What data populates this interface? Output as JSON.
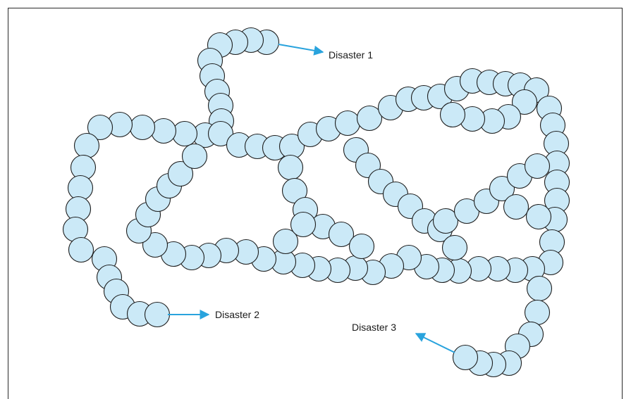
{
  "labels": {
    "disaster1": "Disaster 1",
    "disaster2": "Disaster 2",
    "disaster3": "Disaster 3"
  },
  "colors": {
    "bead_fill": "#cbe9f7",
    "bead_stroke": "#1d1d1d",
    "arrow": "#29a3dd"
  }
}
